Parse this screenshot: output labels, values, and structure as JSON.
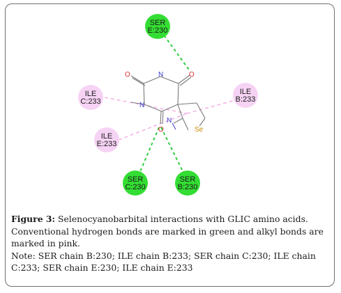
{
  "residues": {
    "ser_e230": {
      "name": "SER",
      "chain": "E:230",
      "type": "hydrogen"
    },
    "ile_c233": {
      "name": "ILE",
      "chain": "C:233",
      "type": "alkyl"
    },
    "ile_b233": {
      "name": "ILE",
      "chain": "B:233",
      "type": "alkyl"
    },
    "ile_e233": {
      "name": "ILE",
      "chain": "E:233",
      "type": "alkyl"
    },
    "ser_c230": {
      "name": "SER",
      "chain": "C:230",
      "type": "hydrogen"
    },
    "ser_b230": {
      "name": "SER",
      "chain": "B:230",
      "type": "hydrogen"
    }
  },
  "atoms": {
    "oxygen": "O",
    "nitrogen": "N",
    "selenium": "Se"
  },
  "colors": {
    "hydrogen_bond": "#2ecc40",
    "hydrogen_bubble": "#33dd33",
    "alkyl_bond": "#f5b5e8",
    "alkyl_bubble": "#f6d3f4",
    "oxygen": "#e03030",
    "nitrogen": "#3a3ad0",
    "selenium": "#c88a00"
  },
  "caption": {
    "figure_label": "Figure 3:",
    "figure_text": " Selenocyanobarbital interactions with GLIC amino acids. Conventional hydrogen bonds are marked in green and alkyl bonds are marked in pink.",
    "note": "Note: SER chain B:230; ILE chain B:233; SER chain C:230; ILE chain C:233; SER chain E:230; ILE chain E:233"
  }
}
